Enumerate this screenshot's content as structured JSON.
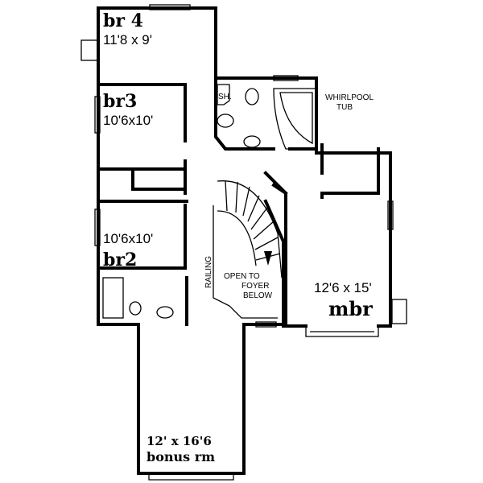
{
  "rooms": [
    {
      "name": "br 4",
      "size": "11'8 x 9'"
    },
    {
      "name": "br3",
      "size": "10'6x10'"
    },
    {
      "name": "br2",
      "size": "10'6x10'"
    },
    {
      "name": "mbr",
      "size": "12'6 x 15'"
    },
    {
      "name": "bonus rm",
      "size": "12' x 16'6"
    }
  ],
  "notes": {
    "shower": "SH.",
    "tub_line1": "WHIRLPOOL",
    "tub_line2": "TUB",
    "railing": "RAILING",
    "open1": "OPEN TO",
    "open2": "FOYER",
    "open3": "BELOW"
  }
}
